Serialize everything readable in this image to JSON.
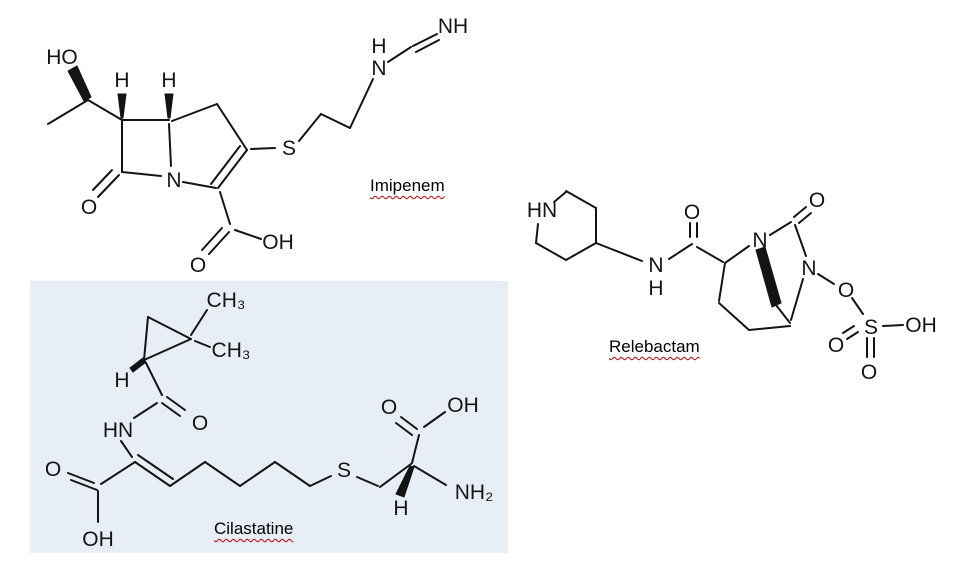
{
  "styles": {
    "panel_fill": "#e8eef6",
    "squiggle_color": "#c00000",
    "bond_color": "#141414"
  },
  "molecules": {
    "imipenem": {
      "name": "Imipenem",
      "atoms": {
        "ho": "HO",
        "h_c6": "H",
        "h_c5": "H",
        "n_ring": "N",
        "o_lactam": "O",
        "o_acid": "O",
        "oh_acid": "OH",
        "s": "S",
        "h_amine": "H",
        "n_amine": "N",
        "nh_imine": "NH"
      }
    },
    "relebactam": {
      "name": "Relebactam",
      "atoms": {
        "hn_piperidine": "HN",
        "o_amide": "O",
        "n_amide": "N",
        "h_amide": "H",
        "n1": "N",
        "o_ring": "O",
        "n6": "N",
        "o_link": "O",
        "s": "S",
        "o_s_left": "O",
        "o_s_down": "O",
        "oh_sulfate": "OH"
      }
    },
    "cilastatine": {
      "name": "Cilastatine",
      "atoms": {
        "ch3_top": "CH₃",
        "ch3_bottom": "CH₃",
        "h_cyclopropane": "H",
        "o_amide": "O",
        "hn_amide": "HN",
        "o_acid_left": "O",
        "oh_acid_left": "OH",
        "s": "S",
        "o_acid_right": "O",
        "oh_acid_right": "OH",
        "h_chiral": "H",
        "nh2": "NH₂"
      }
    }
  }
}
